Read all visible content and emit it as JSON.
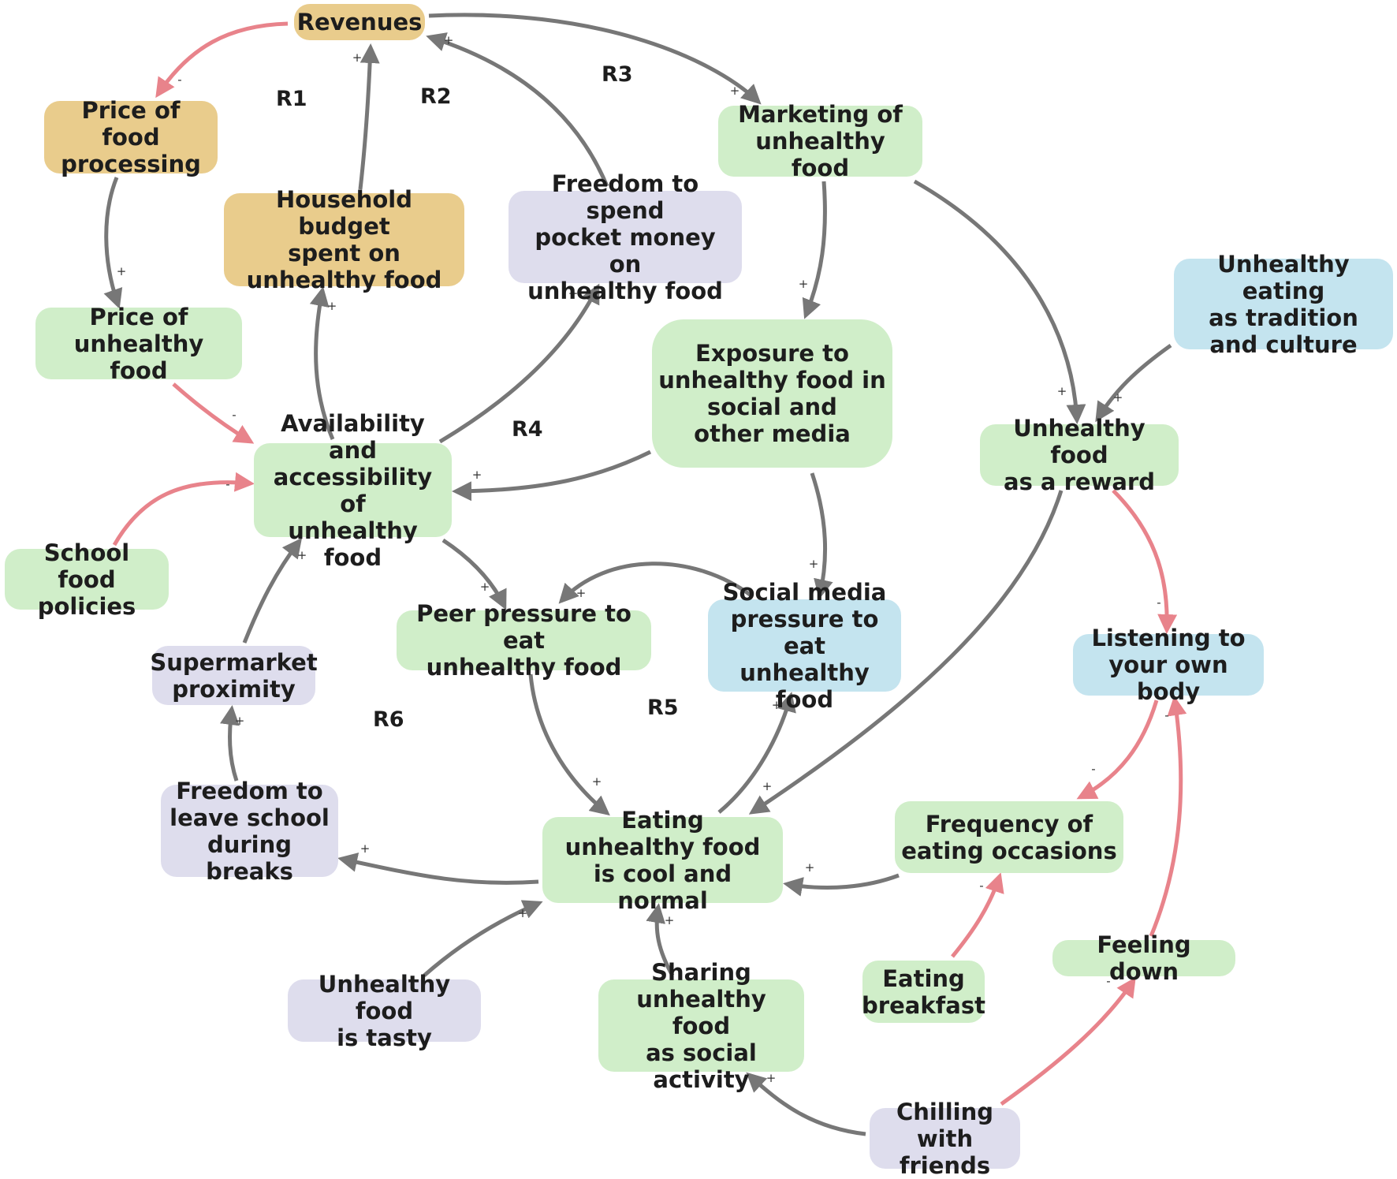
{
  "colors": {
    "gold": "#e9cc8c",
    "green": "#d0eec9",
    "lavender": "#dedded",
    "blue": "#c4e4ef",
    "arrow_positive": "#777777",
    "arrow_negative": "#e8838b"
  },
  "nodes": {
    "revenues": "Revenues",
    "price_processing": "Price of food\nprocessing",
    "household_budget": "Household budget\nspent on\nunhealthy food",
    "freedom_pocket": "Freedom to spend\npocket money on\nunhealthy food",
    "marketing": "Marketing of\nunhealthy food",
    "price_unhealthy": "Price of\nunhealthy food",
    "tradition": "Unhealthy eating\nas tradition\nand culture",
    "exposure": "Exposure to\nunhealthy food in\nsocial and\nother media",
    "reward": "Unhealthy food\nas a reward",
    "availability": "Availability and\naccessibility of\nunhealthy food",
    "school_policies": "School\nfood policies",
    "peer_pressure": "Peer pressure to eat\nunhealthy food",
    "social_media": "Social media\npressure to eat\nunhealthy food",
    "listening": "Listening to\nyour own body",
    "supermarket": "Supermarket\nproximity",
    "freedom_leave": "Freedom to\nleave school\nduring breaks",
    "cool_normal": "Eating\nunhealthy food\nis cool and normal",
    "frequency": "Frequency of\neating occasions",
    "tasty": "Unhealthy food\nis tasty",
    "sharing": "Sharing\nunhealthy food\nas social activity",
    "breakfast": "Eating\nbreakfast",
    "feeling_down": "Feeling down",
    "chilling": "Chilling\nwith friends"
  },
  "loops": [
    "R1",
    "R2",
    "R3",
    "R4",
    "R5",
    "R6"
  ],
  "edges": [
    {
      "from": "revenues",
      "to": "price_processing",
      "polarity": "-"
    },
    {
      "from": "price_processing",
      "to": "price_unhealthy",
      "polarity": "+"
    },
    {
      "from": "price_unhealthy",
      "to": "availability",
      "polarity": "-"
    },
    {
      "from": "household_budget",
      "to": "revenues",
      "polarity": "+"
    },
    {
      "from": "availability",
      "to": "household_budget",
      "polarity": "+"
    },
    {
      "from": "freedom_pocket",
      "to": "revenues",
      "polarity": "+"
    },
    {
      "from": "availability",
      "to": "freedom_pocket",
      "polarity": "+"
    },
    {
      "from": "revenues",
      "to": "marketing",
      "polarity": "+"
    },
    {
      "from": "marketing",
      "to": "exposure",
      "polarity": "+"
    },
    {
      "from": "marketing",
      "to": "reward",
      "polarity": "+"
    },
    {
      "from": "tradition",
      "to": "reward",
      "polarity": "+"
    },
    {
      "from": "exposure",
      "to": "availability",
      "polarity": "+"
    },
    {
      "from": "exposure",
      "to": "social_media",
      "polarity": "+"
    },
    {
      "from": "school_policies",
      "to": "availability",
      "polarity": "-"
    },
    {
      "from": "availability",
      "to": "peer_pressure",
      "polarity": "+"
    },
    {
      "from": "social_media",
      "to": "peer_pressure",
      "polarity": "+"
    },
    {
      "from": "peer_pressure",
      "to": "cool_normal",
      "polarity": "+"
    },
    {
      "from": "cool_normal",
      "to": "social_media",
      "polarity": "+"
    },
    {
      "from": "reward",
      "to": "cool_normal",
      "polarity": "+"
    },
    {
      "from": "reward",
      "to": "listening",
      "polarity": "-"
    },
    {
      "from": "listening",
      "to": "frequency",
      "polarity": "-"
    },
    {
      "from": "frequency",
      "to": "cool_normal",
      "polarity": "+"
    },
    {
      "from": "breakfast",
      "to": "frequency",
      "polarity": "-"
    },
    {
      "from": "feeling_down",
      "to": "listening",
      "polarity": "-"
    },
    {
      "from": "chilling",
      "to": "feeling_down",
      "polarity": "-"
    },
    {
      "from": "chilling",
      "to": "sharing",
      "polarity": "+"
    },
    {
      "from": "sharing",
      "to": "cool_normal",
      "polarity": "+"
    },
    {
      "from": "tasty",
      "to": "cool_normal",
      "polarity": "+"
    },
    {
      "from": "cool_normal",
      "to": "freedom_leave",
      "polarity": "+"
    },
    {
      "from": "freedom_leave",
      "to": "supermarket",
      "polarity": "+"
    },
    {
      "from": "supermarket",
      "to": "availability",
      "polarity": "+"
    }
  ]
}
